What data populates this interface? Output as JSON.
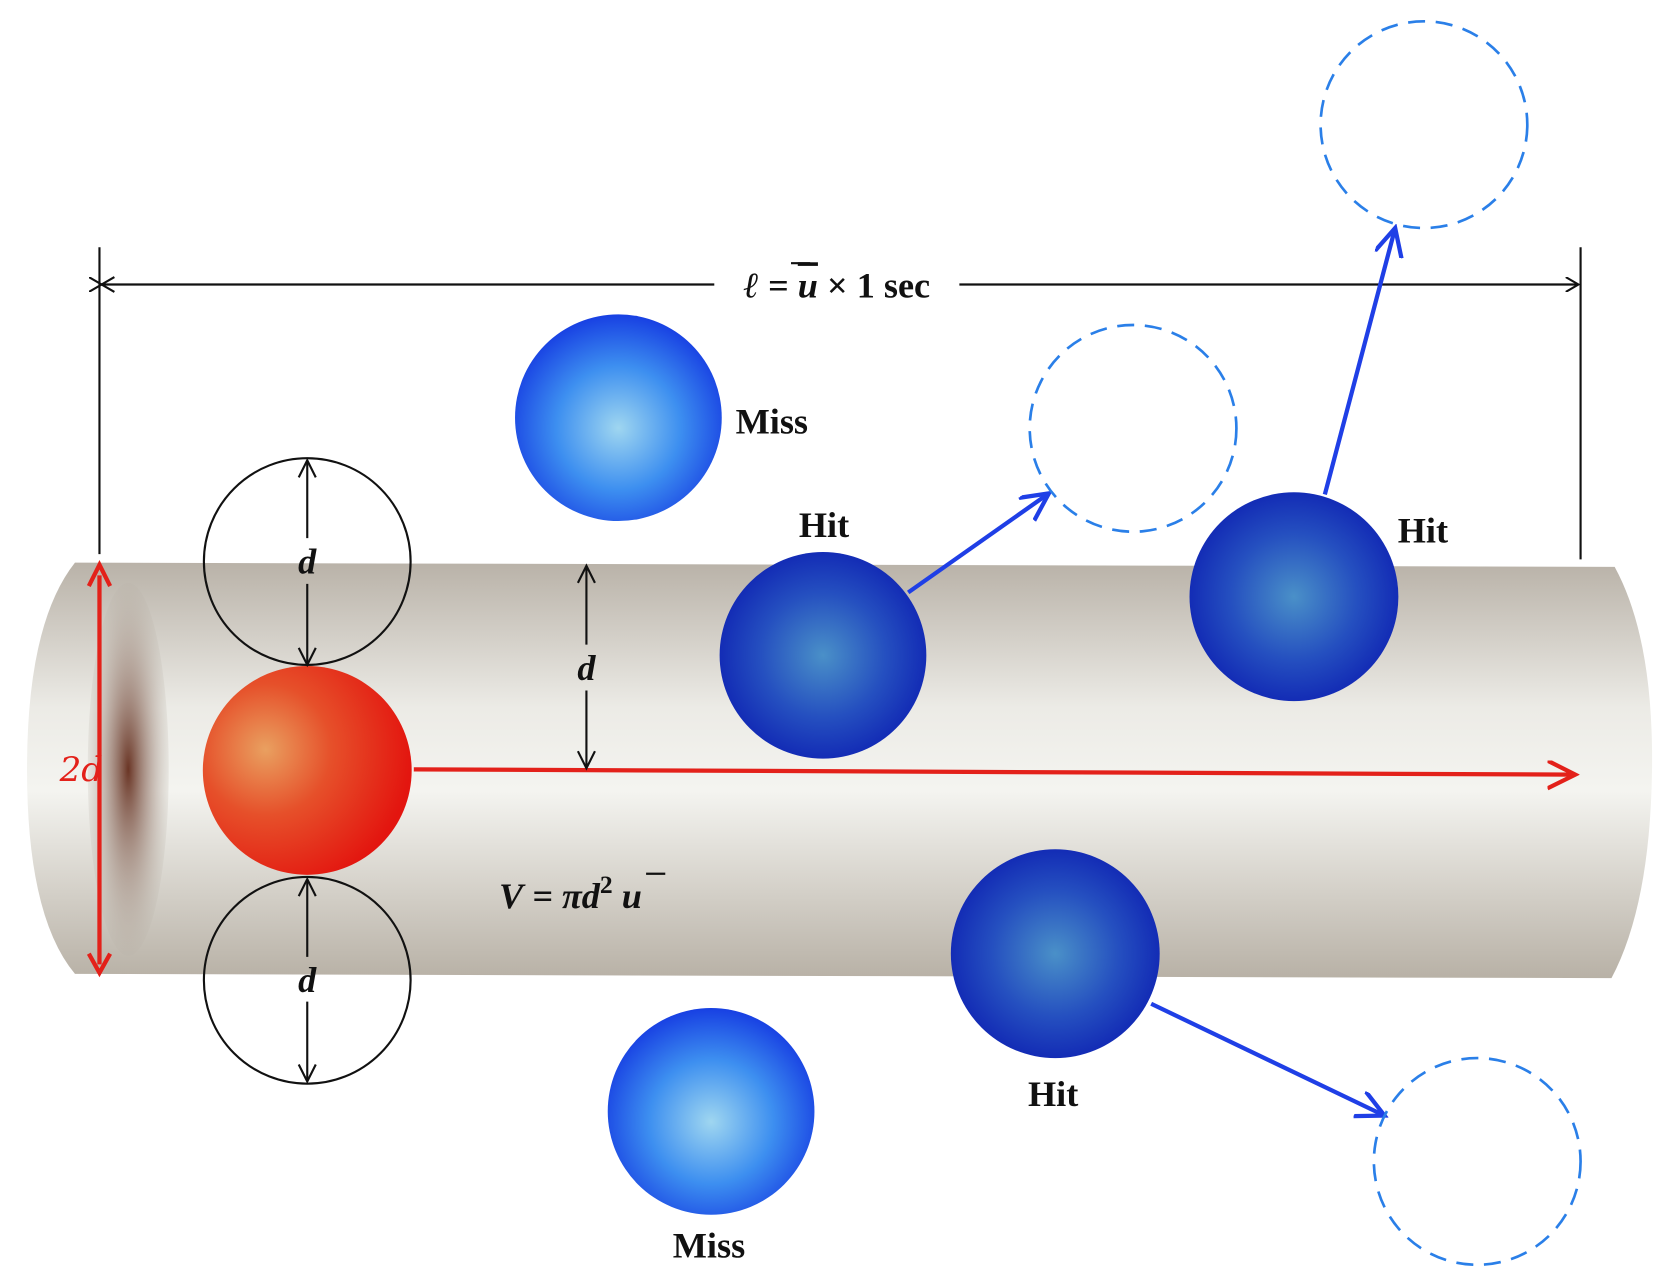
{
  "title_formula": {
    "ell": "ℓ",
    "equals": "=",
    "u": "u",
    "rest": "× 1 sec"
  },
  "volume_formula": {
    "lhs": "V",
    "rhs": "= πd",
    "exp": "2",
    "u": "u"
  },
  "diameter_label": "d",
  "cylinder_diameter_label": "2d",
  "labels": {
    "miss_top": "Miss",
    "miss_bottom": "Miss",
    "hit_1": "Hit",
    "hit_2": "Hit",
    "hit_3": "Hit"
  },
  "colors": {
    "moving_molecule": "#e8231a",
    "target_molecule": "#1a4fe0",
    "scatter_arrow": "#1f3fe6",
    "dashed_outline": "#2a7fe8",
    "cylinder": "#cfcac2"
  }
}
